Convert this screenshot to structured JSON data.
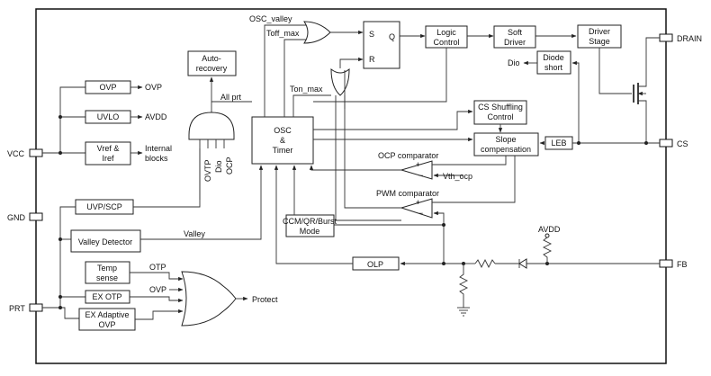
{
  "pins": {
    "vcc": "VCC",
    "gnd": "GND",
    "prt": "PRT",
    "drain": "DRAIN",
    "cs": "CS",
    "fb": "FB"
  },
  "blocks": {
    "ovp": "OVP",
    "uvlo": "UVLO",
    "vref_line1": "Vref &",
    "vref_line2": "Iref",
    "auto_recovery_line1": "Auto-",
    "auto_recovery_line2": "recovery",
    "osc_line1": "OSC",
    "osc_line2": "&",
    "osc_line3": "Timer",
    "sr_s": "S",
    "sr_r": "R",
    "sr_q": "Q",
    "logic_line1": "Logic",
    "logic_line2": "Control",
    "soft_line1": "Soft",
    "soft_line2": "Driver",
    "driver_line1": "Driver",
    "driver_line2": "Stage",
    "diode_line1": "Diode",
    "diode_line2": "short",
    "cs_shuffling_line1": "CS Shuffling",
    "cs_shuffling_line2": "Control",
    "slope_line1": "Slope",
    "slope_line2": "compensation",
    "leb": "LEB",
    "uvp_scp": "UVP/SCP",
    "valley_detector": "Valley Detector",
    "temp_line1": "Temp",
    "temp_line2": "sense",
    "ex_otp": "EX OTP",
    "ex_adaptive_line1": "EX Adaptive",
    "ex_adaptive_line2": "OVP",
    "ccm_line1": "CCM/QR/Burst",
    "ccm_line2": "Mode",
    "olp": "OLP"
  },
  "labels": {
    "ovp_out": "OVP",
    "avdd_out": "AVDD",
    "internal_line1": "Internal",
    "internal_line2": "blocks",
    "osc_valley": "OSC_valley",
    "toff_max": "Toff_max",
    "ton_max": "Ton_max",
    "all_prt": "All prt",
    "dio": "Dio",
    "ovtp": "OVTP",
    "dio_v": "Dio",
    "ocp_v": "OCP",
    "ocp_comparator": "OCP comparator",
    "vth_ocp": "Vth_ocp",
    "pwm_comparator": "PWM comparator",
    "valley": "Valley",
    "otp": "OTP",
    "ovp_in": "OVP",
    "protect": "Protect",
    "avdd_fb": "AVDD",
    "plus": "+",
    "minus": "−"
  }
}
